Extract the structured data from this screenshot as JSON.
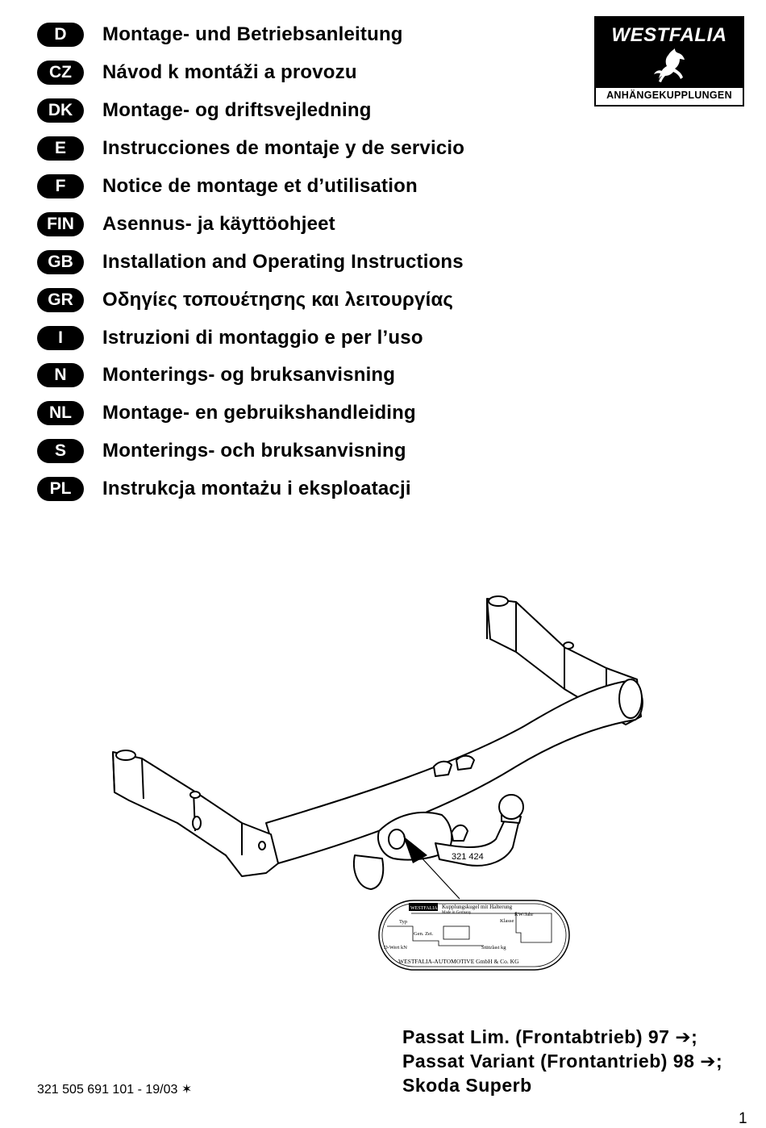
{
  "languages": [
    {
      "code": "D",
      "title": "Montage- und Betriebsanleitung"
    },
    {
      "code": "CZ",
      "title": "Návod k montáži a provozu"
    },
    {
      "code": "DK",
      "title": "Montage- og driftsvejledning"
    },
    {
      "code": "E",
      "title": "Instrucciones de montaje y de servicio"
    },
    {
      "code": "F",
      "title": "Notice de montage et d’utilisation"
    },
    {
      "code": "FIN",
      "title": "Asennus- ja käyttöohjeet"
    },
    {
      "code": "GB",
      "title": "Installation and Operating Instructions"
    },
    {
      "code": "GR",
      "title": "Οδηγίες τοπουέτησης και λειτουργίας"
    },
    {
      "code": "I",
      "title": "Istruzioni di montaggio e per l’uso"
    },
    {
      "code": "N",
      "title": "Monterings- og bruksanvisning"
    },
    {
      "code": "NL",
      "title": "Montage- en gebruikshandleiding"
    },
    {
      "code": "S",
      "title": "Monterings- och bruksanvisning"
    },
    {
      "code": "PL",
      "title": "Instrukcja montażu i eksploatacji"
    }
  ],
  "logo": {
    "brand": "WESTFALIA",
    "subtitle": "ANHÄNGEKUPPLUNGEN",
    "emblem_icon": "horse-icon"
  },
  "drawing": {
    "part_number": "321 424",
    "type_plate": {
      "brand": "WESTFALIA",
      "heading": "Kupplungskugel mit Halterung",
      "made_in": "Made in Germany",
      "kw_jahr": "KW/Jahr",
      "klasse": "Klasse",
      "typ": "Typ",
      "gen_zei": "Gen. Zei.",
      "d_wert": "D-Wert kN",
      "stuetzlast": "Stützlast kg",
      "manufacturer": "WESTFALIA-AUTOMOTIVE GmbH & Co. KG"
    }
  },
  "models": [
    "Passat Lim. (Frontabtrieb) 97 ➔;",
    "Passat Variant (Frontantrieb) 98 ➔;",
    "Skoda Superb"
  ],
  "doc_number": "321 505 691 101 - 19/03 ✶",
  "page_number": "1"
}
